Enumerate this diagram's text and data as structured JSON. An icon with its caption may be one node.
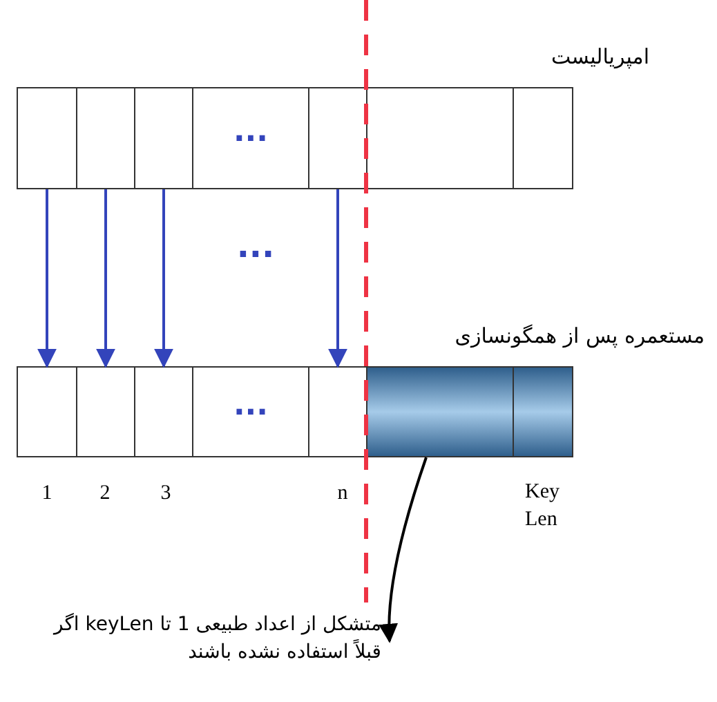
{
  "diagram": {
    "nodes": [
      {
        "text": [],
        "shape": "box"
      },
      {
        "text": [],
        "shape": "box"
      },
      {
        "text": [],
        "shape": "box"
      },
      {
        "text": [
          "..."
        ]
      },
      {
        "text": [],
        "shape": "box"
      },
      {
        "text": [],
        "shape": "box"
      },
      {
        "text": [],
        "shape": "box"
      },
      {
        "text": [],
        "shape": "box"
      },
      {
        "text": [],
        "shape": "box"
      },
      {
        "text": [],
        "shape": "box"
      },
      {
        "text": [
          "..."
        ]
      },
      {
        "text": [],
        "shape": "box"
      },
      {
        "text": [],
        "shape": "box"
      },
      {
        "text": [],
        "shape": "box"
      },
      {
        "text": [
          "متشکل از اعداد طبیعی 1 تا keyLen اگر قبلاً استفاده نشده باشند"
        ]
      }
    ],
    "edges": [
      {
        "from": 0,
        "to": 7,
        "arrow": "to"
      },
      {
        "from": 1,
        "to": 8,
        "arrow": "to"
      },
      {
        "from": 2,
        "to": 9,
        "arrow": "to"
      },
      {
        "from": 4,
        "to": 11,
        "arrow": "to"
      },
      {
        "from": 12,
        "to": 14,
        "arrow": "to",
        "color": "#000000"
      }
    ],
    "labels": [
      "امپریالیست",
      "...",
      "مستعمره پس از همگونسازی",
      "1",
      "2",
      "3",
      "n",
      "Key Len"
    ]
  }
}
